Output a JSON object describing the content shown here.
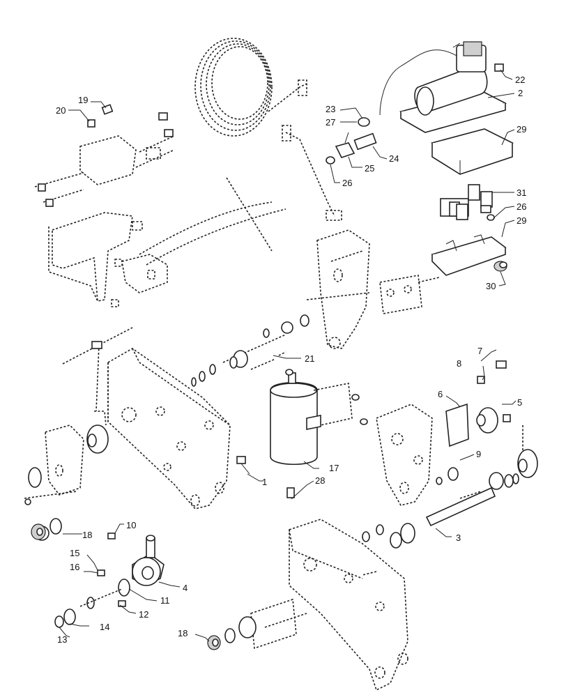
{
  "diagram": {
    "callouts": {
      "c1": "1",
      "c2": "2",
      "c3": "3",
      "c4": "4",
      "c5": "5",
      "c6": "6",
      "c7": "7",
      "c8": "8",
      "c9": "9",
      "c10": "10",
      "c11": "11",
      "c12": "12",
      "c13": "13",
      "c14": "14",
      "c15": "15",
      "c16": "16",
      "c17": "17",
      "c18a": "18",
      "c18b": "18",
      "c19": "19",
      "c20": "20",
      "c21": "21",
      "c22": "22",
      "c23": "23",
      "c24": "24",
      "c25": "25",
      "c26a": "26",
      "c26b": "26",
      "c27": "27",
      "c28": "28",
      "c29a": "29",
      "c29b": "29",
      "c30": "30",
      "c31": "31"
    }
  }
}
